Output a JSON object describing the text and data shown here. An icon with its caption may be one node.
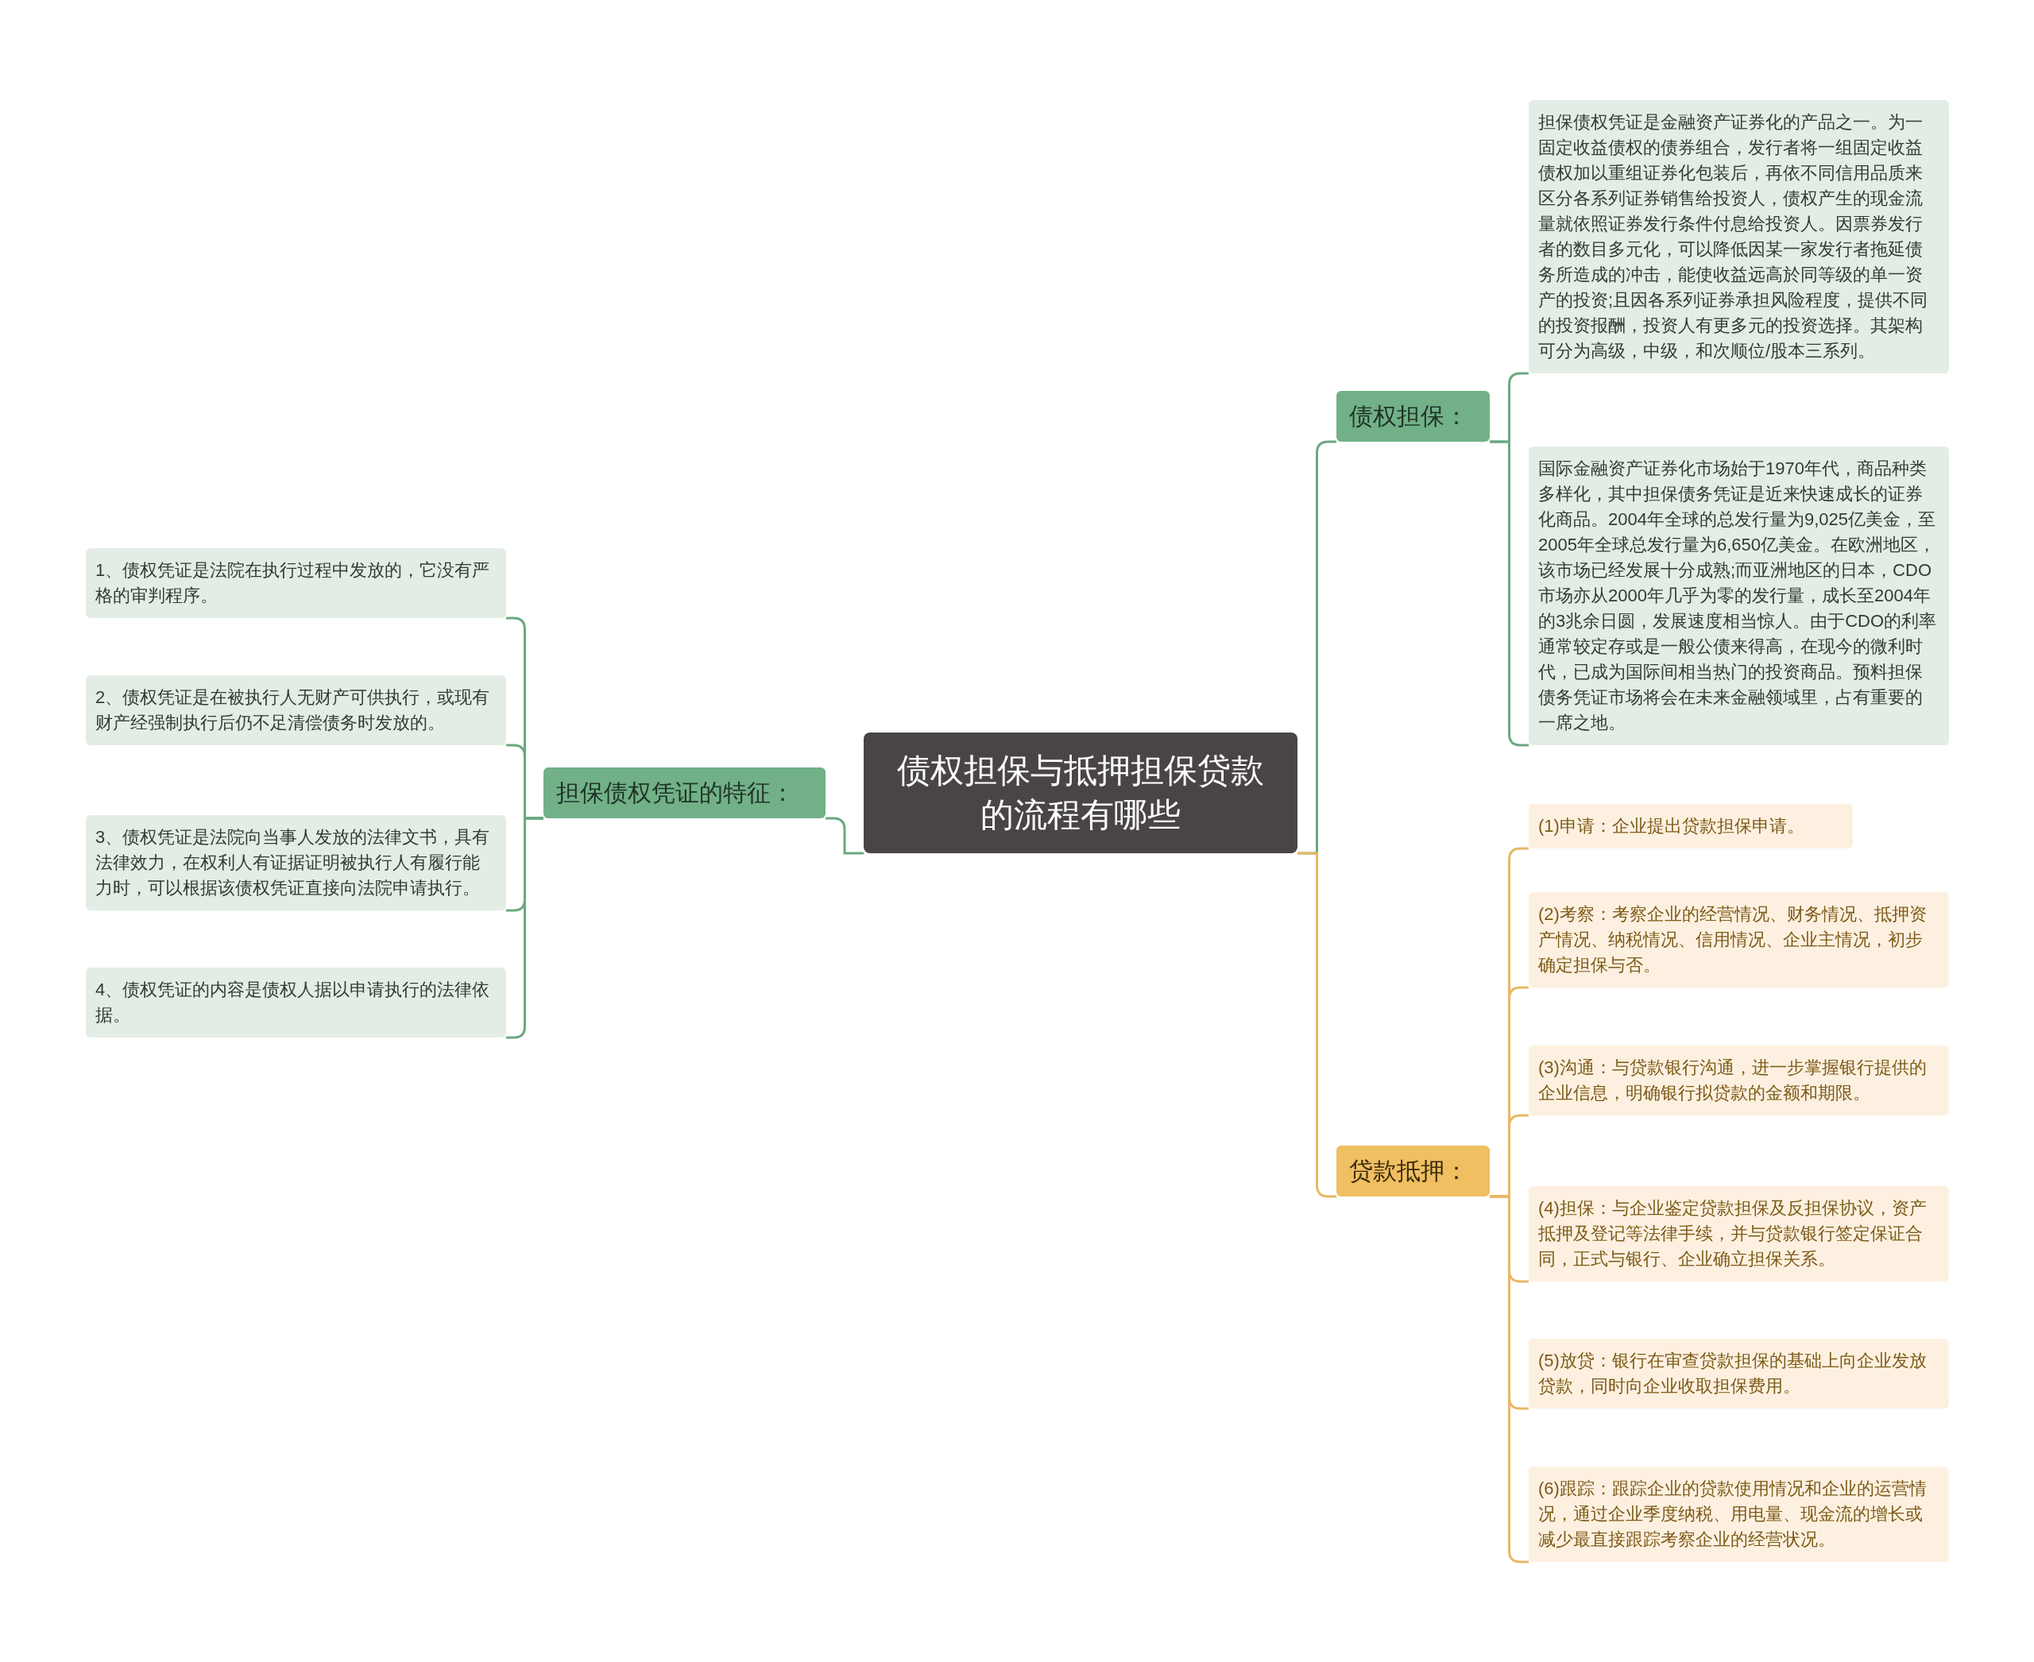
{
  "diagram": {
    "nodes": [
      {
        "text": [
          "债权担保与抵押担保贷款的流程有哪些"
        ]
      },
      {
        "text": [
          "担保债权凭证的特征："
        ]
      },
      {
        "text": [
          "1、债权凭证是法院在执行过程中发放的，它没有严格的审判程序。"
        ]
      },
      {
        "text": [
          "2、债权凭证是在被执行人无财产可供执行，或现有财产经强制执行后仍不足清偿债务时发放的。"
        ]
      },
      {
        "text": [
          "3、债权凭证是法院向当事人发放的法律文书，具有法律效力，在权利人有证据证明被执行人有履行能力时，可以根据该债权凭证直接向法院申请执行。"
        ]
      },
      {
        "text": [
          "4、债权凭证的内容是债权人据以申请执行的法律依据。"
        ]
      },
      {
        "text": [
          "债权担保："
        ]
      },
      {
        "text": [
          "担保债权凭证是金融资产证券化的产品之一。为一固定收益债权的债券组合，发行者将一组固定收益债权加以重组证券化包装后，再依不同信用品质来区分各系列证券销售给投资人，债权产生的现金流量就依照证券发行条件付息给投资人。因票券发行者的数目多元化，可以降低因某一家发行者拖延债务所造成的冲击，能使收益远高於同等级的单一资产的投资;且因各系列证券承担风险程度，提供不同的投资报酬，投资人有更多元的投资选择。其架构可分为高级，中级，和次顺位/股本三系列。"
        ]
      },
      {
        "text": [
          "国际金融资产证券化市场始于1970年代，商品种类多样化，其中担保债务凭证是近来快速成长的证券化商品。2004年全球的总发行量为9,025亿美金，至2005年全球总发行量为6,650亿美金。在欧洲地区，该市场已经发展十分成熟;而亚洲地区的日本，CDO市场亦从2000年几乎为零的发行量，成长至2004年的3兆余日圆，发展速度相当惊人。由于CDO的利率通常较定存或是一般公债来得高，在现今的微利时代，已成为国际间相当热门的投资商品。预料担保债务凭证市场将会在未来金融领域里，占有重要的一席之地。"
        ]
      },
      {
        "text": [
          "贷款抵押："
        ]
      },
      {
        "text": [
          "(1)申请：企业提出贷款担保申请。"
        ]
      },
      {
        "text": [
          "(2)考察：考察企业的经营情况、财务情况、抵押资产情况、纳税情况、信用情况、企业主情况，初步确定担保与否。"
        ]
      },
      {
        "text": [
          "(3)沟通：与贷款银行沟通，进一步掌握银行提供的企业信息，明确银行拟贷款的金额和期限。"
        ]
      },
      {
        "text": [
          "(4)担保：与企业鉴定贷款担保及反担保协议，资产抵押及登记等法律手续，并与贷款银行签定保证合同，正式与银行、企业确立担保关系。"
        ]
      },
      {
        "text": [
          "(5)放贷：银行在审查贷款担保的基础上向企业发放贷款，同时向企业收取担保费用。"
        ]
      },
      {
        "text": [
          "(6)跟踪：跟踪企业的贷款使用情况和企业的运营情况，通过企业季度纳税、用电量、现金流的增长或减少最直接跟踪考察企业的经营状况。"
        ]
      }
    ],
    "edges": [
      {
        "from": 0,
        "to": 1,
        "arrow": "none"
      },
      {
        "from": 1,
        "to": 2,
        "arrow": "none"
      },
      {
        "from": 1,
        "to": 3,
        "arrow": "none"
      },
      {
        "from": 1,
        "to": 4,
        "arrow": "none"
      },
      {
        "from": 1,
        "to": 5,
        "arrow": "none"
      },
      {
        "from": 0,
        "to": 6,
        "arrow": "none"
      },
      {
        "from": 6,
        "to": 7,
        "arrow": "none"
      },
      {
        "from": 6,
        "to": 8,
        "arrow": "none"
      },
      {
        "from": 0,
        "to": 9,
        "arrow": "none",
        "color": "#e9b866"
      },
      {
        "from": 9,
        "to": 10,
        "arrow": "none",
        "color": "#e9b866"
      },
      {
        "from": 9,
        "to": 11,
        "arrow": "none",
        "color": "#e9b866"
      },
      {
        "from": 9,
        "to": 12,
        "arrow": "none",
        "color": "#e9b866"
      },
      {
        "from": 9,
        "to": 13,
        "arrow": "none",
        "color": "#e9b866"
      },
      {
        "from": 9,
        "to": 14,
        "arrow": "none",
        "color": "#e9b866"
      },
      {
        "from": 9,
        "to": 15,
        "arrow": "none",
        "color": "#e9b866"
      }
    ]
  }
}
